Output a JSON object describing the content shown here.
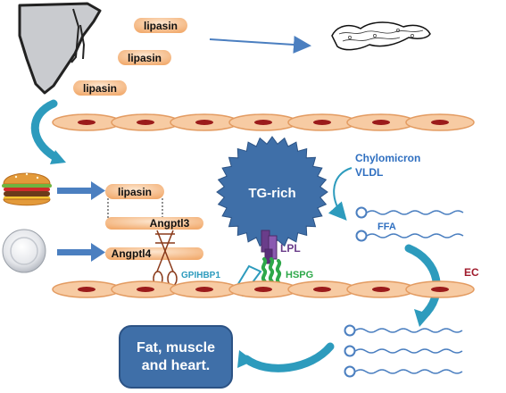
{
  "lipasin_labels": [
    "lipasin",
    "lipasin",
    "lipasin",
    "lipasin"
  ],
  "angptl3": "Angptl3",
  "angptl4": "Angptl4",
  "tg_rich": "TG-rich",
  "chylomicron": "Chylomicron",
  "vldl": "VLDL",
  "ffa": "FFA",
  "lpl": "LPL",
  "hspg": "HSPG",
  "gpihbp1": "GPIHBP1",
  "ec": "EC",
  "target_box": {
    "line1": "Fat, muscle",
    "line2": "and heart."
  },
  "icons": [
    "liver-icon",
    "pancreas-icon",
    "burger-icon",
    "empty-plate-icon",
    "scissors-icon"
  ],
  "colors": {
    "pill": "#f6c08f",
    "vessel_cell": "#f7cba3",
    "nucleus": "#9b1b1b",
    "arrow_blue": "#4b7fc0",
    "teal": "#2d9bbd",
    "tg_blob": "#3f6fa8",
    "lpl": "#6a3d8a",
    "hspg": "#2ea84a",
    "ec_label": "#a01b2c",
    "text_blue": "#2f6fc0"
  }
}
